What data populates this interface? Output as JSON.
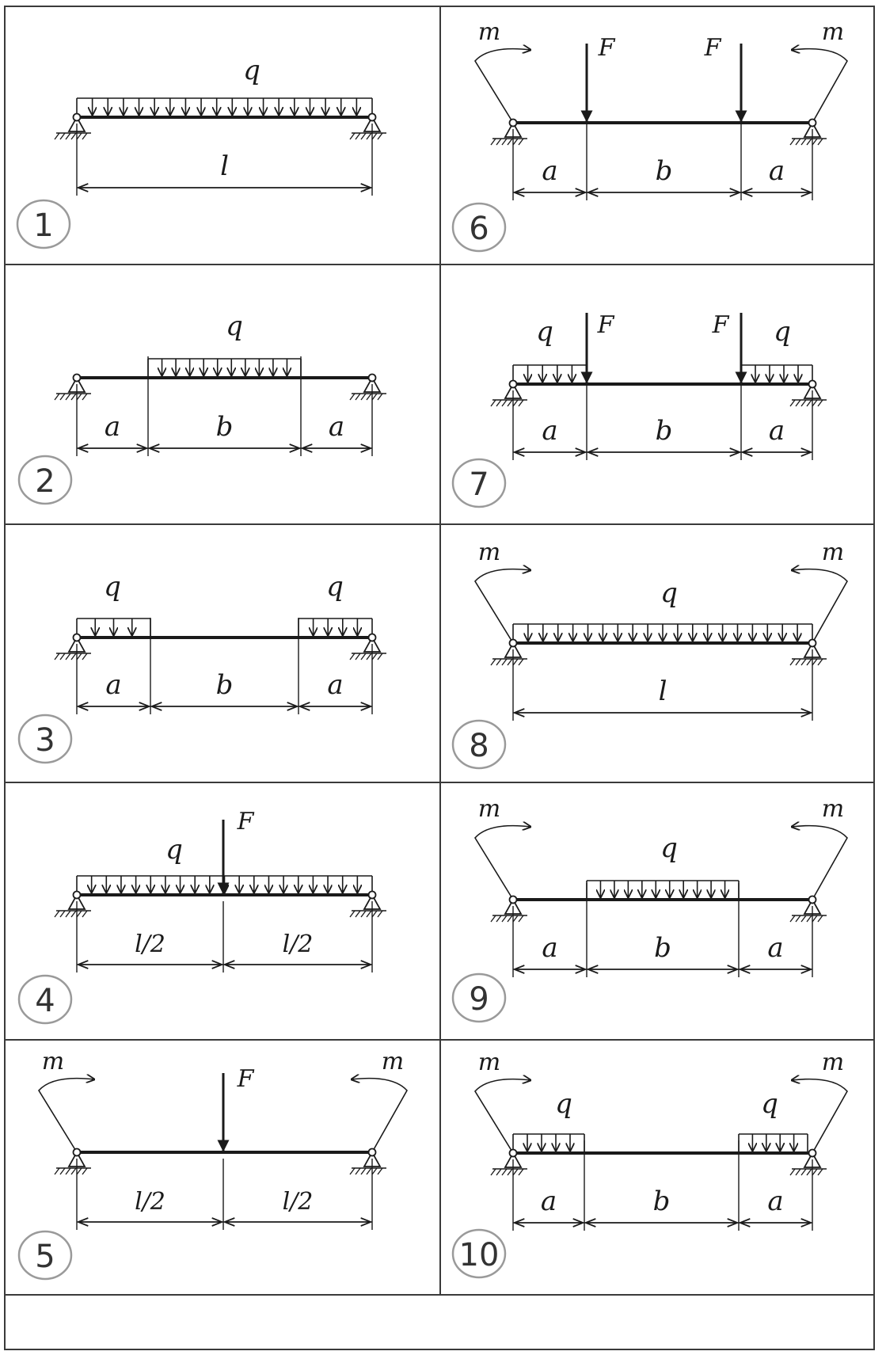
{
  "labels": {
    "q": "q",
    "F": "F",
    "m": "m",
    "a": "a",
    "b": "b",
    "l": "l",
    "half": "l/2"
  },
  "schemes": [
    {
      "number": "1",
      "dims": [
        "l"
      ]
    },
    {
      "number": "2",
      "dims": [
        "a",
        "b",
        "a"
      ]
    },
    {
      "number": "3",
      "dims": [
        "a",
        "b",
        "a"
      ]
    },
    {
      "number": "4",
      "dims": [
        "l/2",
        "l/2"
      ]
    },
    {
      "number": "5",
      "dims": [
        "l/2",
        "l/2"
      ]
    },
    {
      "number": "6",
      "dims": [
        "a",
        "b",
        "a"
      ]
    },
    {
      "number": "7",
      "dims": [
        "a",
        "b",
        "a"
      ]
    },
    {
      "number": "8",
      "dims": [
        "l"
      ]
    },
    {
      "number": "9",
      "dims": [
        "a",
        "b",
        "a"
      ]
    },
    {
      "number": "10",
      "dims": [
        "a",
        "b",
        "a"
      ]
    }
  ],
  "colors": {
    "ink": "#1a1a1a",
    "frame": "#3a3a3a",
    "badge": "#9a9a9a"
  }
}
